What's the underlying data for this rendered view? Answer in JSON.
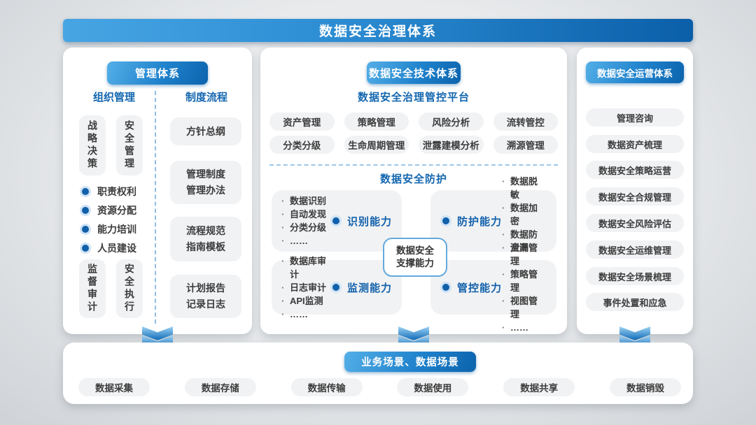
{
  "banner": {
    "title": "数据安全治理体系"
  },
  "management": {
    "header": "管理体系",
    "org_title": "组织管理",
    "org_top_boxes": [
      "战略决策",
      "安全管理"
    ],
    "org_bullets": [
      "职责权利",
      "资源分配",
      "能力培训",
      "人员建设"
    ],
    "org_bottom_boxes": [
      "监督审计",
      "安全执行"
    ],
    "process_title": "制度流程",
    "process_boxes": [
      {
        "line1": "方针总纲",
        "line2": ""
      },
      {
        "line1": "管理制度",
        "line2": "管理办法"
      },
      {
        "line1": "流程规范",
        "line2": "指南模板"
      },
      {
        "line1": "计划报告",
        "line2": "记录日志"
      }
    ]
  },
  "tech": {
    "header": "数据安全技术体系",
    "platform_title": "数据安全治理管控平台",
    "platform_row1": [
      "资产管理",
      "策略管理",
      "风险分析",
      "流转管控"
    ],
    "platform_row2": [
      "分类分级",
      "生命周期管理",
      "泄露建模分析",
      "溯源管理"
    ],
    "protection_title": "数据安全防护",
    "capabilities": [
      {
        "name": "识别能力",
        "items": [
          "数据识别",
          "自动发现",
          "分类分级",
          "……"
        ]
      },
      {
        "name": "防护能力",
        "items": [
          "数据脱敏",
          "数据加密",
          "数据防泄漏",
          "……"
        ]
      },
      {
        "name": "监测能力",
        "items": [
          "数据库审计",
          "日志审计",
          "API监测",
          "……"
        ]
      },
      {
        "name": "管控能力",
        "items": [
          "资产管理",
          "策略管理",
          "视图管理",
          "……"
        ]
      }
    ],
    "support_line1": "数据安全",
    "support_line2": "支撑能力"
  },
  "operation": {
    "header": "数据安全运营体系",
    "items": [
      "管理咨询",
      "数据资产梳理",
      "数据安全策略运营",
      "数据安全合规管理",
      "数据安全风险评估",
      "数据安全运维管理",
      "数据安全场景梳理",
      "事件处置和应急"
    ]
  },
  "scenarios": {
    "header": "业务场景、数据场景",
    "items": [
      "数据采集",
      "数据存储",
      "数据传输",
      "数据使用",
      "数据共享",
      "数据销毁"
    ]
  },
  "colors": {
    "banner_gradient_start": "#47a5e3",
    "banner_gradient_end": "#0b5fa9",
    "accent_blue": "#1467b0",
    "pill_bg": "#f1f2f4",
    "support_border": "#63aadd"
  }
}
